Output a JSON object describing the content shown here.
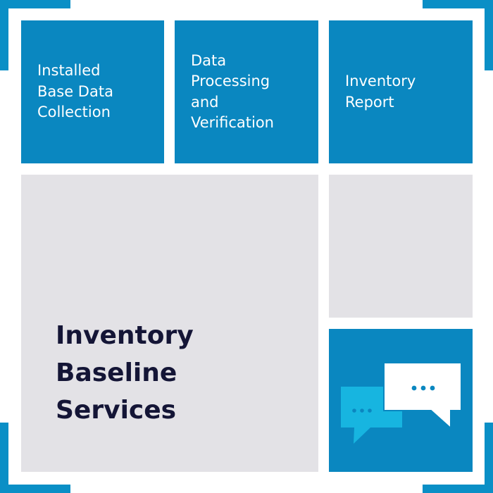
{
  "tiles": {
    "tile1_label": "Installed\nBase Data\nCollection",
    "tile2_label": "Data\nProcessing\nand\nVerification",
    "tile3_label": "Inventory\nReport"
  },
  "main": {
    "title": "Inventory\nBaseline\nServices"
  },
  "icons": {
    "chat": "chat-bubbles-icon"
  },
  "colors": {
    "brand_blue": "#0a87c0",
    "corner_blue": "#0a8fc6",
    "light_blue": "#17b5e0",
    "tile_gray": "#e3e2e6",
    "title_navy": "#141536"
  }
}
